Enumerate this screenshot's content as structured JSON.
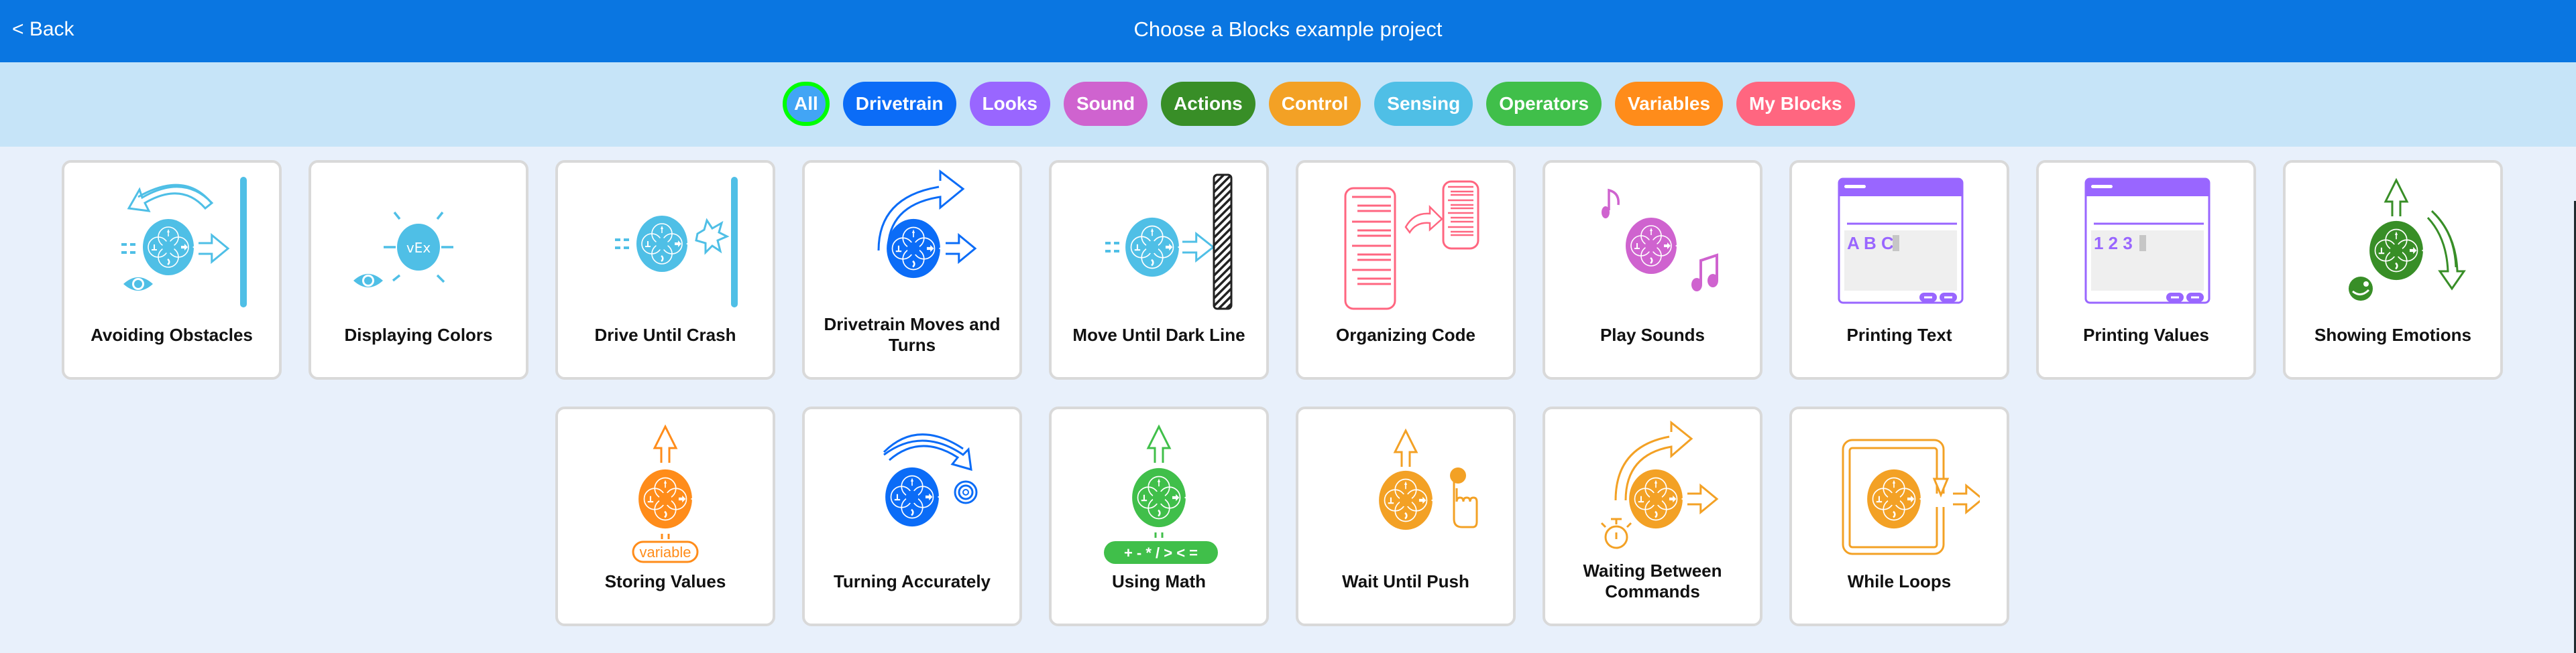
{
  "header": {
    "back_label": "< Back",
    "title": "Choose a Blocks example project"
  },
  "colors": {
    "header_bg": "#0a76e1",
    "filter_bg": "#c6e4f8",
    "page_bg": "#e8f0fb",
    "selected_ring": "#00ff00"
  },
  "filters": [
    {
      "label": "All",
      "color": "#42a5f5",
      "selected": true
    },
    {
      "label": "Drivetrain",
      "color": "#0b6cf7",
      "selected": false
    },
    {
      "label": "Looks",
      "color": "#9966ff",
      "selected": false
    },
    {
      "label": "Sound",
      "color": "#cf63cf",
      "selected": false
    },
    {
      "label": "Actions",
      "color": "#388e27",
      "selected": false
    },
    {
      "label": "Control",
      "color": "#f3a125",
      "selected": false
    },
    {
      "label": "Sensing",
      "color": "#4fbfe6",
      "selected": false
    },
    {
      "label": "Operators",
      "color": "#40bf4a",
      "selected": false
    },
    {
      "label": "Variables",
      "color": "#ff8c1a",
      "selected": false
    },
    {
      "label": "My Blocks",
      "color": "#ff6680",
      "selected": false
    }
  ],
  "projects": [
    {
      "title": "Avoiding Obstacles",
      "icon": "avoiding-obstacles-icon",
      "color": "#4fbfe6"
    },
    {
      "title": "Displaying Colors",
      "icon": "displaying-colors-icon",
      "color": "#4fbfe6"
    },
    {
      "title": "Drive Until Crash",
      "icon": "drive-until-crash-icon",
      "color": "#4fbfe6"
    },
    {
      "title": "Drivetrain Moves and Turns",
      "icon": "drivetrain-moves-icon",
      "color": "#0b6cf7"
    },
    {
      "title": "Move Until Dark Line",
      "icon": "move-until-dark-line-icon",
      "color": "#4fbfe6"
    },
    {
      "title": "Organizing Code",
      "icon": "organizing-code-icon",
      "color": "#ff6680"
    },
    {
      "title": "Play Sounds",
      "icon": "play-sounds-icon",
      "color": "#cf63cf"
    },
    {
      "title": "Printing Text",
      "icon": "printing-text-icon",
      "color": "#9966ff",
      "screen_text": "A B C"
    },
    {
      "title": "Printing Values",
      "icon": "printing-values-icon",
      "color": "#9966ff",
      "screen_text": "1 2 3"
    },
    {
      "title": "Showing Emotions",
      "icon": "showing-emotions-icon",
      "color": "#388e27"
    },
    {
      "title": "Storing Values",
      "icon": "storing-values-icon",
      "color": "#ff8c1a",
      "badge_text": "variable"
    },
    {
      "title": "Turning Accurately",
      "icon": "turning-accurately-icon",
      "color": "#0b6cf7"
    },
    {
      "title": "Using Math",
      "icon": "using-math-icon",
      "color": "#40bf4a",
      "badge_text": "+ - * / > < ="
    },
    {
      "title": "Wait Until Push",
      "icon": "wait-until-push-icon",
      "color": "#f3a125"
    },
    {
      "title": "Waiting Between Commands",
      "icon": "waiting-between-commands-icon",
      "color": "#f3a125"
    },
    {
      "title": "While Loops",
      "icon": "while-loops-icon",
      "color": "#f3a125"
    }
  ]
}
